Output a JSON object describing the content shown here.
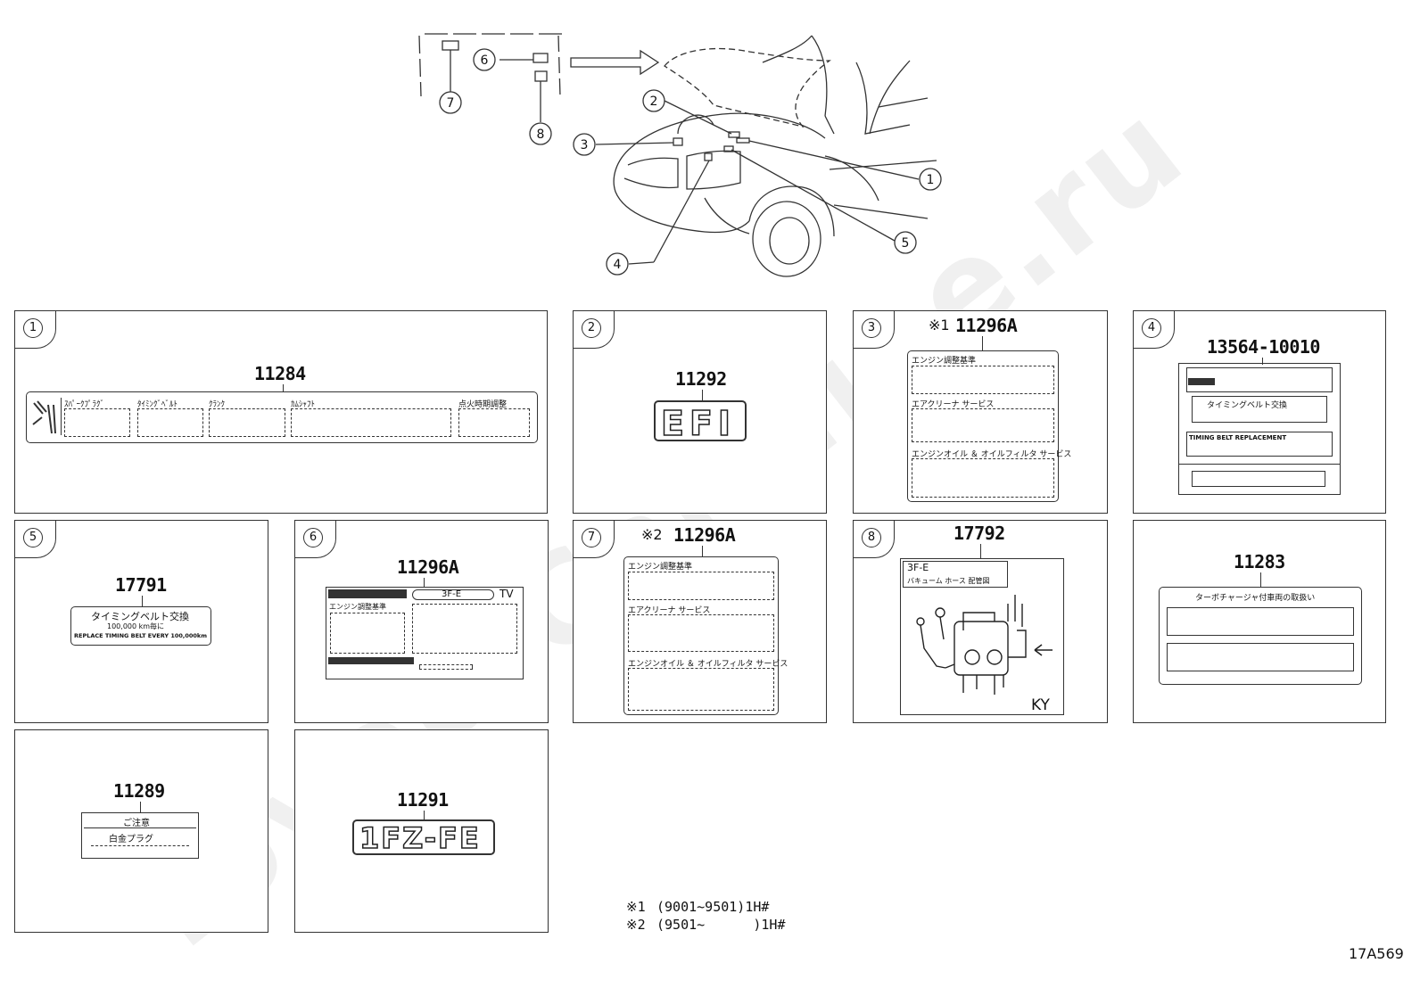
{
  "callouts": [
    "1",
    "2",
    "3",
    "4",
    "5",
    "6",
    "7",
    "8"
  ],
  "panels": [
    {
      "num": "1",
      "part": "11284",
      "texts": [
        "ｽﾊﾟｰｸﾌﾟﾗｸﾞ",
        "ﾀｲﾐﾝｸﾞﾍﾞﾙﾄ",
        "ｸﾗﾝｸ",
        "ｶﾑｼｬﾌﾄ",
        "点火時期調整"
      ]
    },
    {
      "num": "2",
      "part": "11292",
      "emblem": "EFI"
    },
    {
      "num": "3",
      "part": "11296A",
      "note": "※1",
      "texts": [
        "エンジン調整基準",
        "エアクリーナ サービス",
        "エンジンオイル ＆ オイルフィルタ サービス"
      ]
    },
    {
      "num": "4",
      "part": "13564-10010",
      "texts": [
        "タイミングベルト交換",
        "TIMING BELT REPLACEMENT"
      ]
    },
    {
      "num": "5",
      "part": "17791",
      "texts": [
        "タイミングベルト交換",
        "100,000 km毎に",
        "REPLACE TIMING BELT EVERY 100,000km"
      ]
    },
    {
      "num": "6",
      "part": "11296A",
      "texts": [
        "3F-E",
        "TV",
        "エンジン調整基準"
      ]
    },
    {
      "num": "7",
      "part": "11296A",
      "note": "※2",
      "texts": [
        "エンジン調整基準",
        "エアクリーナ サービス",
        "エンジンオイル ＆ オイルフィルタ サービス"
      ]
    },
    {
      "num": "8",
      "part": "17792",
      "texts": [
        "3F-E",
        "バキューム ホース 配管図",
        "KY"
      ]
    },
    {
      "num": "",
      "part": "11283",
      "texts": [
        "ターボチャージャ付車両の取扱い"
      ]
    },
    {
      "num": "",
      "part": "11289",
      "texts": [
        "ご注意",
        "白金プラグ"
      ]
    },
    {
      "num": "",
      "part": "11291",
      "emblem": "1FZ-FE"
    }
  ],
  "footnotes": [
    {
      "mark": "※1",
      "text": "(9001~9501)1H#"
    },
    {
      "mark": "※2",
      "text": "(9501~      )1H#"
    }
  ],
  "diagram_code": "17A569",
  "watermark": "ToyotaCarMine.ru"
}
